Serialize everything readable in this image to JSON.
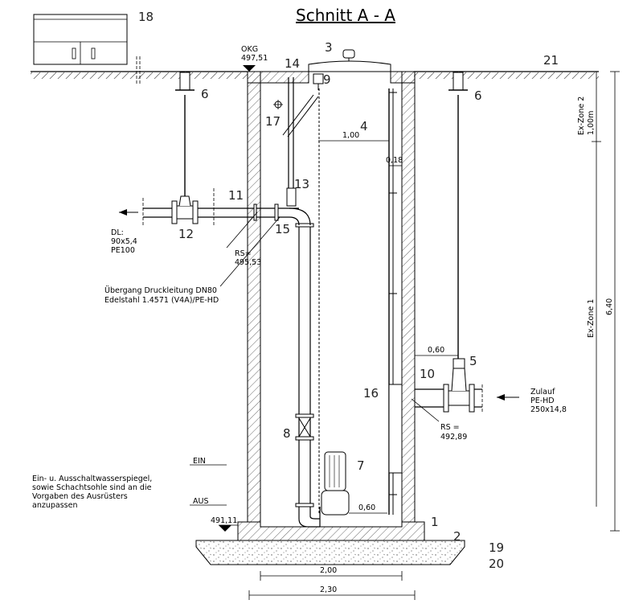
{
  "title": "Schnitt A - A",
  "labels": {
    "okg_label": "OKG",
    "okg_value": "497,51",
    "rs1_label": "RS=",
    "rs1_value": "495,53",
    "rs2_label": "RS =",
    "rs2_value": "492,89",
    "sohle_value": "491,11",
    "ein": "EIN",
    "aus": "AUS",
    "dl_line1": "DL:",
    "dl_line2": "90x5,4",
    "dl_line3": "PE100",
    "zulauf_line1": "Zulauf",
    "zulauf_line2": "PE-HD",
    "zulauf_line3": "250x14,8",
    "uebergang_line1": "Übergang Druckleitung DN80",
    "uebergang_line2": "Edelstahl 1.4571 (V4A)/PE-HD",
    "note_line1": "Ein- u. Ausschaltwasserspiegel,",
    "note_line2": "sowie Schachtsohle sind an die",
    "note_line3": "Vorgaben des Ausrüsters",
    "note_line4": "anzupassen",
    "ex_zone2": "Ex-Zone 2",
    "ex_zone2_height": "1,00m",
    "ex_zone1": "Ex-Zone 1"
  },
  "dimensions": {
    "d_100": "1,00",
    "d_018": "0,18",
    "d_060_upper": "0,60",
    "d_060_lower": "0,60",
    "d_200": "2,00",
    "d_230": "2,30",
    "d_640": "6,40"
  },
  "item_numbers": {
    "n1": "1",
    "n2": "2",
    "n3": "3",
    "n4": "4",
    "n5": "5",
    "n6a": "6",
    "n6b": "6",
    "n7": "7",
    "n8": "8",
    "n9": "9",
    "n10": "10",
    "n11": "11",
    "n12": "12",
    "n13": "13",
    "n14": "14",
    "n15": "15",
    "n16": "16",
    "n17": "17",
    "n18": "18",
    "n19": "19",
    "n20": "20",
    "n21": "21"
  }
}
